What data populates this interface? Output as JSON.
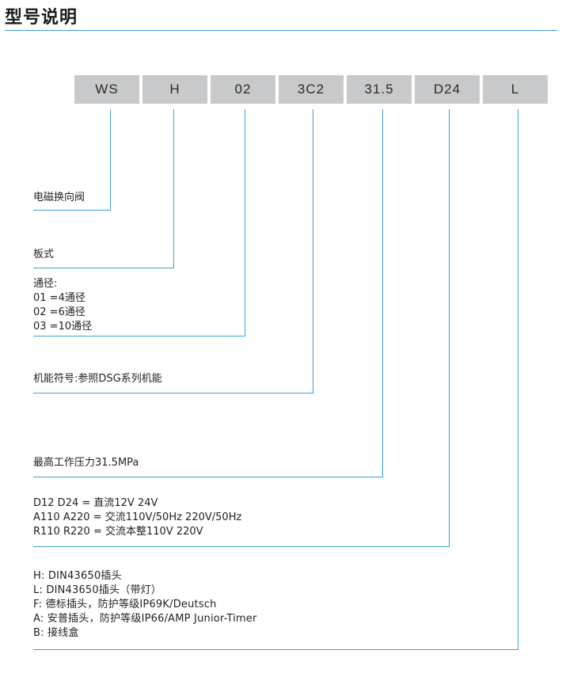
{
  "title": "型号说明",
  "code_boxes": [
    "WS",
    "H",
    "02",
    "3C2",
    "31.5",
    "D24",
    "L"
  ],
  "descriptions": {
    "ws": "电磁换向阀",
    "h": "板式",
    "diameter": [
      "通径:",
      "01 =4通径",
      "02 =6通径",
      "03 =10通径"
    ],
    "function": "机能符号:参照DSG系列机能",
    "pressure": "最高工作压力31.5MPa",
    "voltage": [
      "D12   D24 = 直流12V 24V",
      "A110 A220 = 交流110V/50Hz 220V/50Hz",
      "R110 R220 = 交流本整110V 220V"
    ],
    "connector": [
      "H: DIN43650插头",
      "L: DIN43650插头（带灯）",
      "F: 德标插头，防护等级IP69K/Deutsch",
      "A: 安普插头，防护等级IP66/AMP Junior-Timer",
      "B: 接线盒"
    ]
  },
  "colors": {
    "line": "#3aa3d4",
    "box": "#c8c9ca"
  }
}
